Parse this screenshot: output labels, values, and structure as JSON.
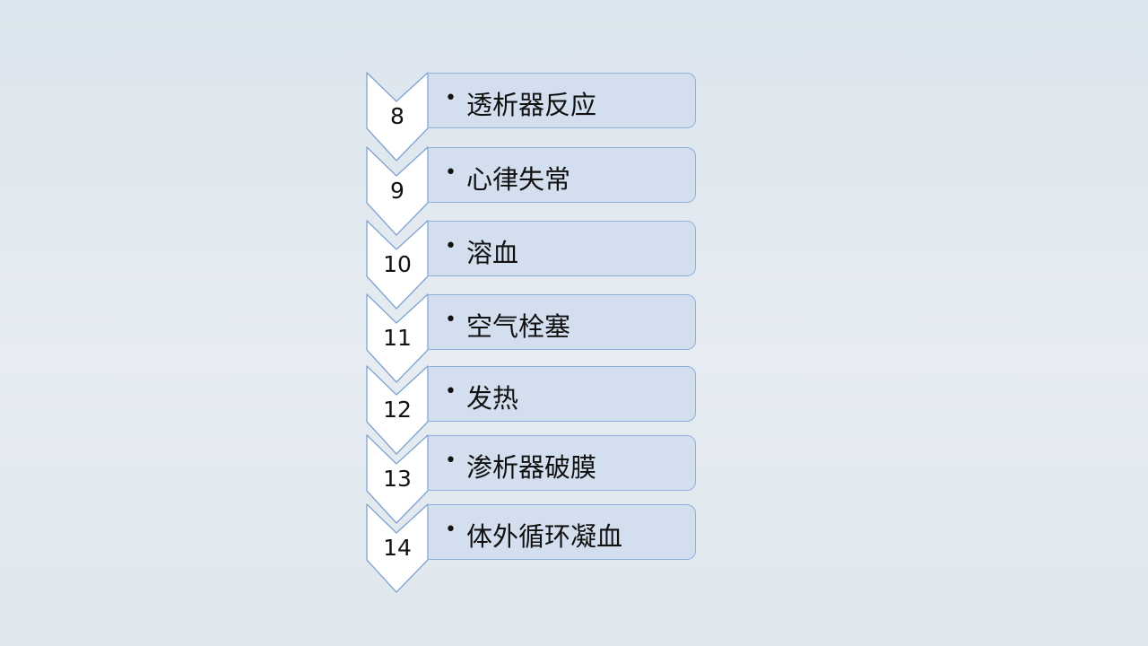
{
  "steps": [
    {
      "number": "8",
      "label": "透析器反应"
    },
    {
      "number": "9",
      "label": "心律失常"
    },
    {
      "number": "10",
      "label": "溶血"
    },
    {
      "number": "11",
      "label": "空气栓塞"
    },
    {
      "number": "12",
      "label": "发热"
    },
    {
      "number": "13",
      "label": "渗析器破膜"
    },
    {
      "number": "14",
      "label": "体外循环凝血"
    }
  ],
  "colors": {
    "chevron_fill": "#ffffff",
    "chevron_stroke": "#7fa3d1",
    "box_fill": "#d3deee",
    "box_stroke": "#8fb0da"
  }
}
